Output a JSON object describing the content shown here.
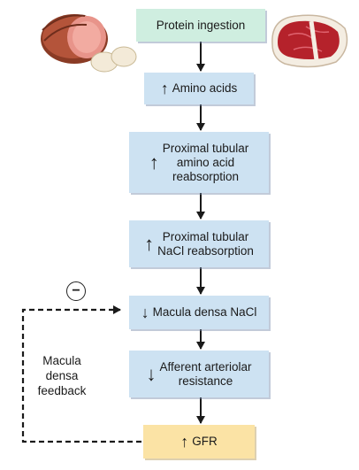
{
  "boxes": {
    "protein_ingestion": {
      "lines": [
        "Protein ingestion"
      ],
      "direction": ""
    },
    "amino_acids": {
      "lines": [
        "Amino acids"
      ],
      "direction": "↑"
    },
    "proximal_aa": {
      "lines": [
        "Proximal tubular",
        "amino acid",
        "reabsorption"
      ],
      "direction": "↑"
    },
    "proximal_nacl": {
      "lines": [
        "Proximal tubular",
        "NaCl reabsorption"
      ],
      "direction": "↑"
    },
    "macula_densa": {
      "lines": [
        "Macula densa NaCl"
      ],
      "direction": "↓"
    },
    "afferent": {
      "lines": [
        "Afferent arteriolar",
        "resistance"
      ],
      "direction": "↓"
    },
    "gfr": {
      "lines": [
        "GFR"
      ],
      "direction": "↑"
    }
  },
  "feedback": {
    "label_lines": [
      "Macula",
      "densa",
      "feedback"
    ],
    "sign": "−"
  },
  "illustrations": {
    "left": "ham-and-eggs-illustration",
    "right": "steak-illustration"
  },
  "colors": {
    "box_blue": "#cde2f2",
    "box_green": "#cfeee0",
    "box_gold": "#fbe3a5",
    "arrow": "#1a1a1a"
  }
}
